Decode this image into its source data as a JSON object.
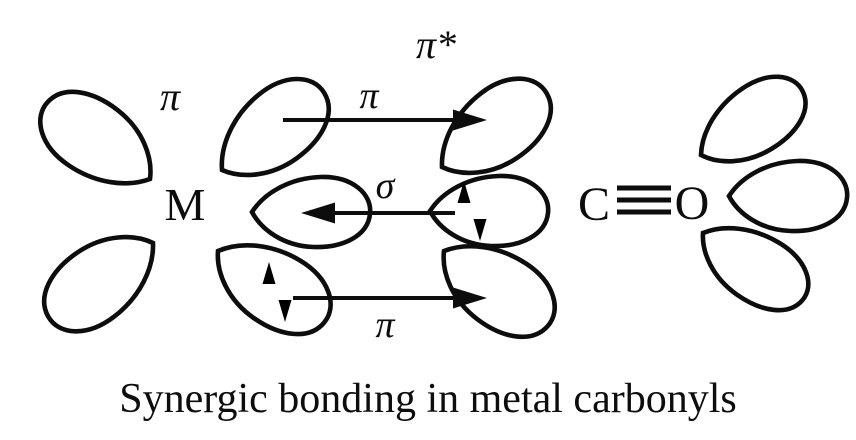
{
  "colors": {
    "background": "#ffffff",
    "ink": "#0d0d0d"
  },
  "diagram": {
    "atoms": {
      "metal": "M",
      "carbon": "C",
      "oxygen": "O"
    },
    "bond": {
      "order": 3,
      "style": "triple-line"
    },
    "orbital_labels": {
      "pi_metal": "π",
      "pi_star": "π*"
    },
    "arrows": {
      "top": {
        "label": "π",
        "direction": "right",
        "meaning": "metal-to-CO"
      },
      "middle": {
        "label": "σ",
        "direction": "left",
        "meaning": "CO-to-metal"
      },
      "bottom": {
        "label": "π",
        "direction": "right",
        "meaning": "metal-to-CO"
      }
    },
    "electron_pairs": {
      "co_sigma_lobe": "paired arrows",
      "metal_dpi_lobe": "paired arrows"
    }
  },
  "caption": "Synergic bonding in metal carbonyls"
}
